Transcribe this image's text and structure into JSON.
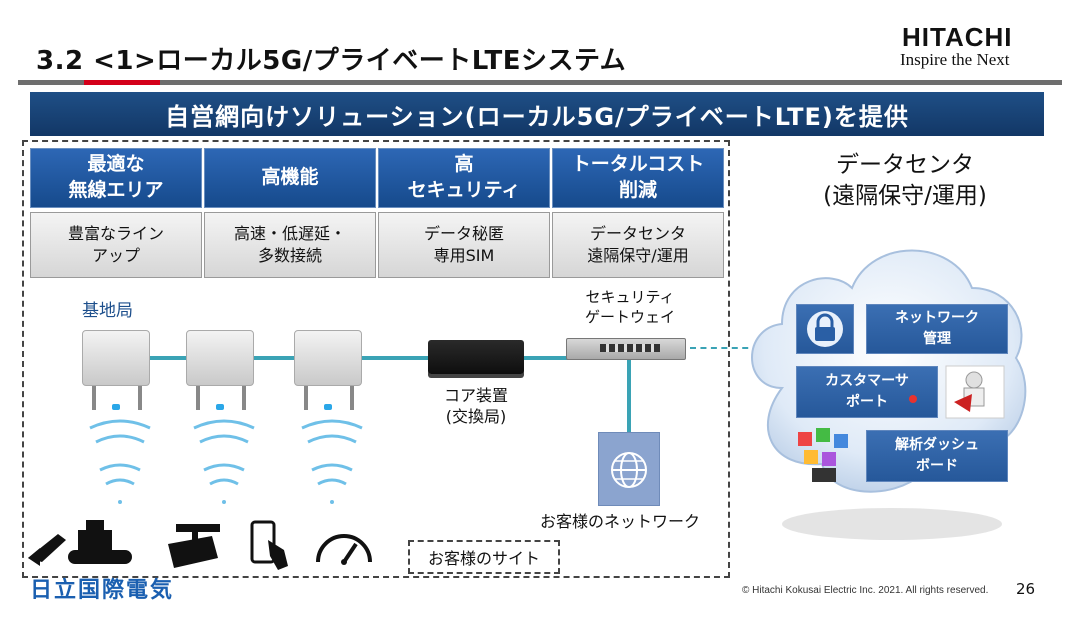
{
  "header": {
    "title": "3.2 <1>ローカル5G/プライベートLTEシステム",
    "logo": "HITACHI",
    "tagline": "Inspire the Next"
  },
  "banner": "自営網向けソリューション(ローカル5G/プライベートLTE)を提供",
  "features": [
    {
      "title": "最適な\n無線エリア",
      "desc": "豊富なライン\nアップ"
    },
    {
      "title": "高機能",
      "desc": "高速・低遅延・\n多数接続"
    },
    {
      "title": "高\nセキュリティ",
      "desc": "データ秘匿\n専用SIM"
    },
    {
      "title": "トータルコスト\n削減",
      "desc": "データセンタ\n遠隔保守/運用"
    }
  ],
  "diagram": {
    "base_station": "基地局",
    "core": "コア装置\n(交換局)",
    "gateway": "セキュリティ\nゲートウェイ",
    "customer_network": "お客様のネットワーク",
    "customer_site": "お客様のサイト"
  },
  "cloud": {
    "title": "データセンタ\n(遠隔保守/運用)",
    "services": [
      "ネットワーク\n管理",
      "カスタマーサ\nポート",
      "解析ダッシュ\nボード"
    ]
  },
  "footer": {
    "company_logo": "日立国際電気",
    "copyright": "© Hitachi Kokusai Electric Inc. 2021. All rights reserved.",
    "page": "26"
  },
  "colors": {
    "accent_red": "#d4001a",
    "banner_blue": "#1f4f86",
    "feature_blue": "#2d67b5",
    "link_teal": "#3aa3b5"
  }
}
